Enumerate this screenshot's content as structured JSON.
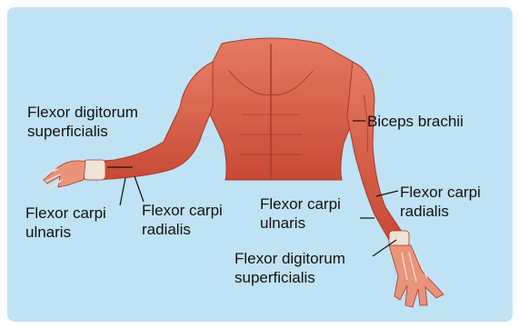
{
  "labels": {
    "fds_left": "Flexor digitorum\nsuperficialis",
    "fcu_left": "Flexor carpi\nulnaris",
    "fcr_left": "Flexor carpi\nradialis",
    "biceps": "Biceps brachii",
    "fcu_right": "Flexor carpi\nulnaris",
    "fcr_right": "Flexor carpi\nradialis",
    "fds_right": "Flexor digitorum\nsuperficialis"
  },
  "colors": {
    "background": "#bfe3f4",
    "muscle": "#d9604a",
    "muscle_dark": "#b13a2a",
    "tendon": "#efe3d6",
    "leader_line": "#111111"
  }
}
